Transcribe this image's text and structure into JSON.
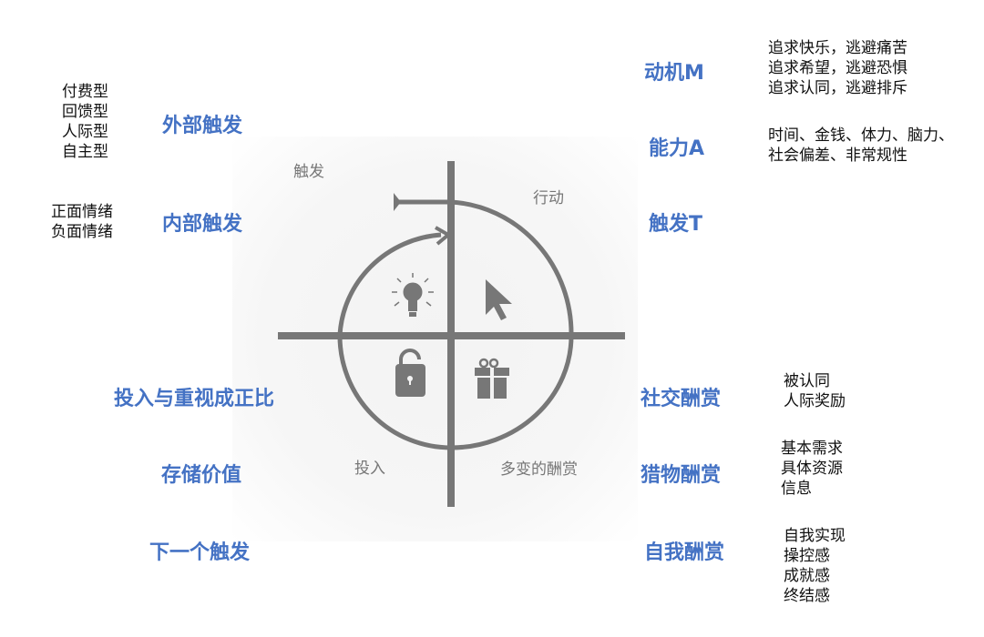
{
  "left": {
    "external_trigger": {
      "title": "外部触发",
      "items": [
        "付费型",
        "回馈型",
        "人际型",
        "自主型"
      ]
    },
    "internal_trigger": {
      "title": "内部触发",
      "items": [
        "正面情绪",
        "负面情绪"
      ]
    },
    "investment_ratio": "投入与重视成正比",
    "stored_value": "存储价值",
    "next_trigger": "下一个触发"
  },
  "right": {
    "motivation": {
      "title": "动机M",
      "items": [
        "追求快乐，逃避痛苦",
        "追求希望，逃避恐惧",
        "追求认同，逃避排斥"
      ]
    },
    "ability": {
      "title": "能力A",
      "items": [
        "时间、金钱、体力、脑力、",
        "社会偏差、非常规性"
      ]
    },
    "trigger": {
      "title": "触发T"
    },
    "social_reward": {
      "title": "社交酬赏",
      "items": [
        "被认同",
        "人际奖励"
      ]
    },
    "hunt_reward": {
      "title": "猎物酬赏",
      "items": [
        "基本需求",
        "具体资源",
        "信息"
      ]
    },
    "self_reward": {
      "title": "自我酬赏",
      "items": [
        "自我实现",
        "操控感",
        "成就感",
        "终结感"
      ]
    }
  },
  "diagram": {
    "quadrants": {
      "trigger": "触发",
      "action": "行动",
      "investment": "投入",
      "variable_reward": "多变的酬赏"
    },
    "icons": [
      "lightbulb-icon",
      "cursor-icon",
      "unlock-icon",
      "gift-icon"
    ],
    "colors": {
      "line": "#777777",
      "accent": "#4472c4"
    }
  }
}
